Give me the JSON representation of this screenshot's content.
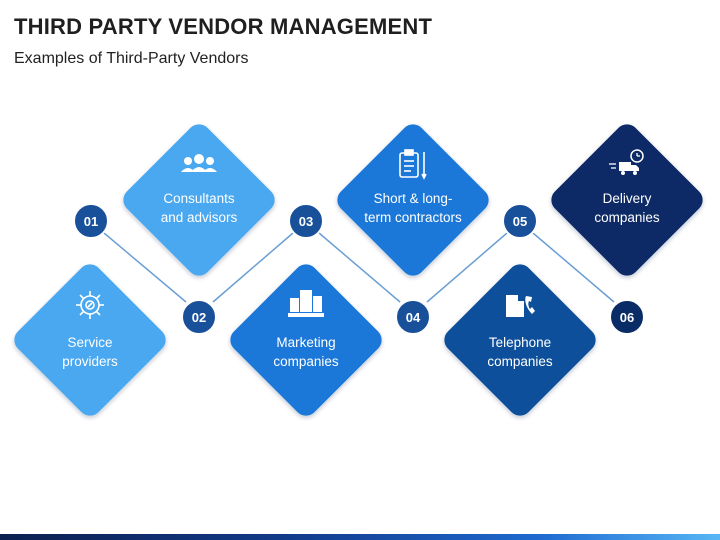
{
  "header": {
    "title": "THIRD PARTY VENDOR MANAGEMENT",
    "subtitle": "Examples of Third-Party Vendors"
  },
  "colors": {
    "light": "#4aa8f0",
    "mid": "#1c78d8",
    "dark": "#0d3f8a",
    "darkest": "#0a2c66",
    "badge": "#18509a",
    "connector": "#6a9fd3"
  },
  "vendors": [
    {
      "number": "01",
      "line1": "Service",
      "line2": "providers",
      "icon": "gear-network-icon"
    },
    {
      "number": "02",
      "line1": "Consultants",
      "line2": "and advisors",
      "icon": "team-icon"
    },
    {
      "number": "03",
      "line1": "Marketing",
      "line2": "companies",
      "icon": "buildings-icon"
    },
    {
      "number": "04",
      "line1": "Short & long-",
      "line2": "term contractors",
      "icon": "clipboard-pen-icon"
    },
    {
      "number": "05",
      "line1": "Telephone",
      "line2": "companies",
      "icon": "telephone-icon"
    },
    {
      "number": "06",
      "line1": "Delivery",
      "line2": "companies",
      "icon": "delivery-truck-icon"
    }
  ]
}
